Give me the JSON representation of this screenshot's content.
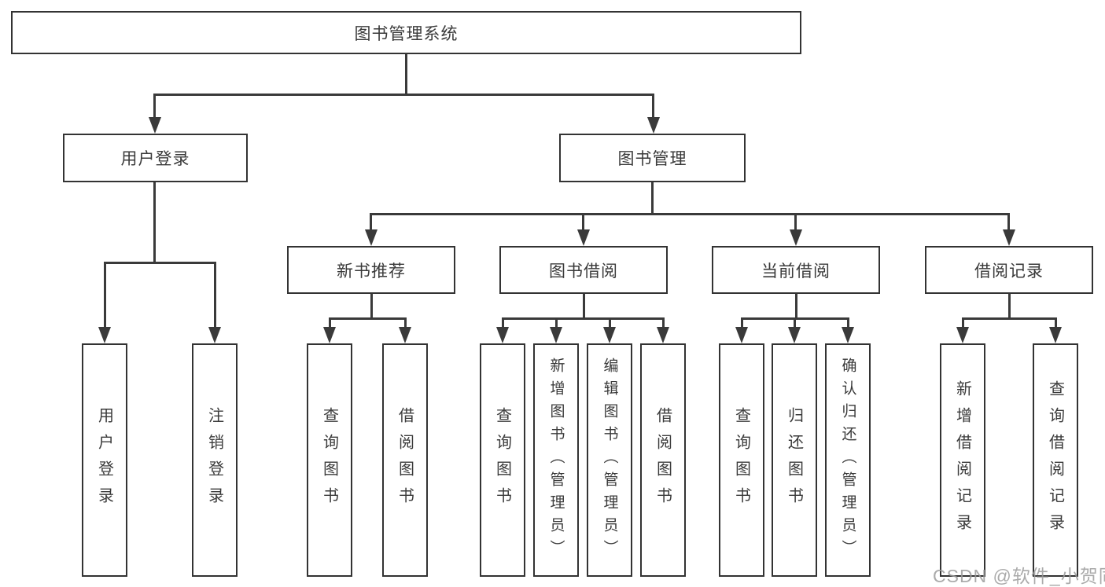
{
  "title": {
    "label": "图书管理系统"
  },
  "login": {
    "label": "用户登录",
    "children": [
      "用户登录",
      "注销登录"
    ]
  },
  "mgmt": {
    "label": "图书管理",
    "groups": [
      {
        "label": "新书推荐",
        "children": [
          "查询图书",
          "借阅图书"
        ]
      },
      {
        "label": "图书借阅",
        "children": [
          "查询图书",
          "新增图书（管理员）",
          "编辑图书（管理员）",
          "借阅图书"
        ]
      },
      {
        "label": "当前借阅",
        "children": [
          "查询图书",
          "归还图书",
          "确认归还（管理员）"
        ]
      },
      {
        "label": "借阅记录",
        "children": [
          "新增借阅记录",
          "查询借阅记录"
        ]
      }
    ]
  },
  "watermark": "CSDN @软件_小贺同学",
  "colors": {
    "ink": "#333333",
    "watermark": "#9b9b9b"
  }
}
